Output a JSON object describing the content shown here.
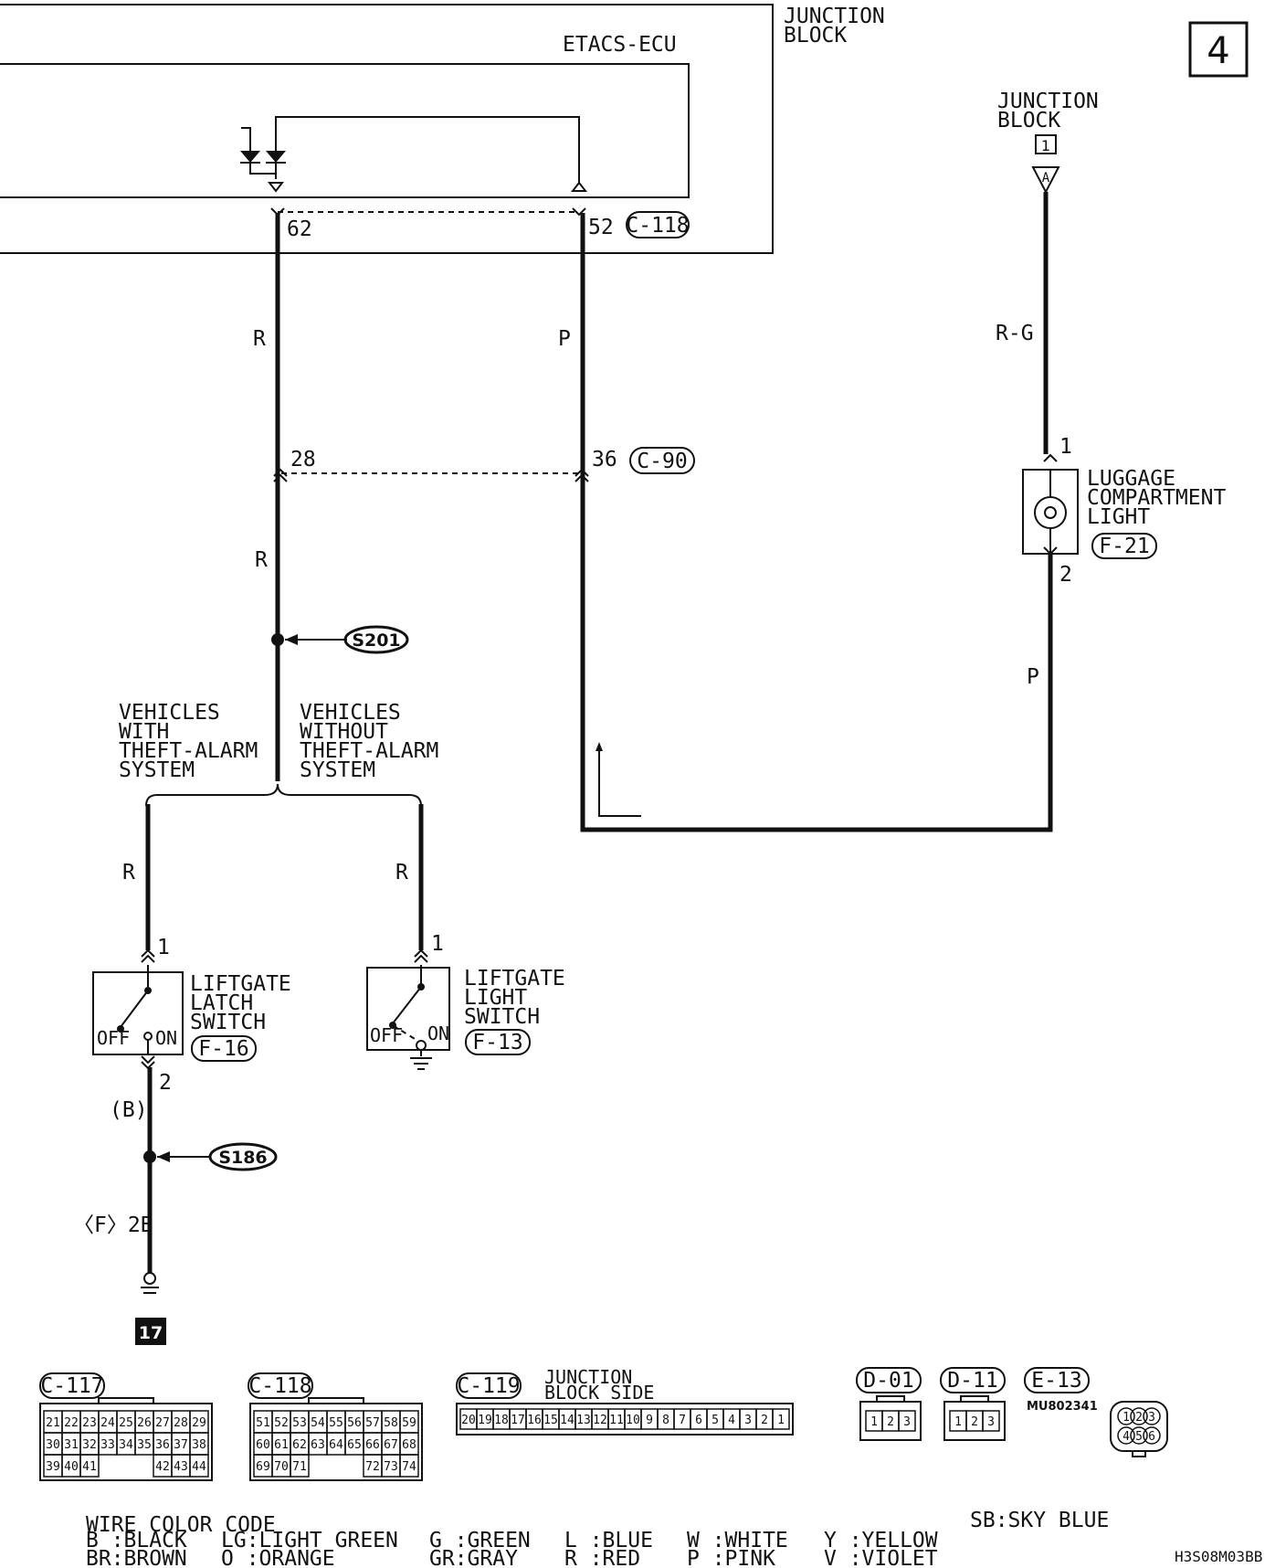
{
  "page": {
    "number": "4"
  },
  "etacs": {
    "title": "ETACS-ECU",
    "jb_label": [
      "JUNCTION",
      "BLOCK"
    ],
    "pin_62": "62",
    "pin_52": "52",
    "conn": "C-118"
  },
  "jb_top": {
    "label": [
      "JUNCTION",
      "BLOCK"
    ],
    "num": "1",
    "pin": "A"
  },
  "wires": {
    "r1": "R",
    "p1": "P",
    "rg": "R-G",
    "r2": "R",
    "p2": "P",
    "r_left": "R",
    "r_right": "R",
    "b": "(B)",
    "f2b": "〈F〉2B"
  },
  "c90": {
    "pin_28": "28",
    "pin_36": "36",
    "conn": "C-90"
  },
  "luggage": {
    "label": [
      "LUGGAGE",
      "COMPARTMENT",
      "LIGHT"
    ],
    "conn": "F-21",
    "pin1": "1",
    "pin2": "2"
  },
  "splices": {
    "s201": "S201",
    "s186": "S186"
  },
  "branch": {
    "with_label": [
      "VEHICLES",
      "WITH",
      "THEFT-ALARM",
      "SYSTEM"
    ],
    "without_label": [
      "VEHICLES",
      "WITHOUT",
      "THEFT-ALARM",
      "SYSTEM"
    ]
  },
  "latch_switch": {
    "label": [
      "LIFTGATE",
      "LATCH",
      "SWITCH"
    ],
    "conn": "F-16",
    "pin1": "1",
    "pin2": "2",
    "off": "OFF",
    "on": "ON"
  },
  "light_switch": {
    "label": [
      "LIFTGATE",
      "LIGHT",
      "SWITCH"
    ],
    "conn": "F-13",
    "pin1": "1",
    "off": "OFF",
    "on": "ON"
  },
  "ground": {
    "num": "17"
  },
  "connectors": {
    "c117": {
      "name": "C-117",
      "rows": [
        [
          "21",
          "22",
          "23",
          "24",
          "25",
          "26",
          "27",
          "28",
          "29"
        ],
        [
          "30",
          "31",
          "32",
          "33",
          "34",
          "35",
          "36",
          "37",
          "38"
        ],
        [
          "39",
          "40",
          "41",
          "",
          "",
          "",
          "42",
          "43",
          "44"
        ]
      ]
    },
    "c118": {
      "name": "C-118",
      "rows": [
        [
          "51",
          "52",
          "53",
          "54",
          "55",
          "56",
          "57",
          "58",
          "59"
        ],
        [
          "60",
          "61",
          "62",
          "63",
          "64",
          "65",
          "66",
          "67",
          "68"
        ],
        [
          "69",
          "70",
          "71",
          "",
          "",
          "",
          "72",
          "73",
          "74"
        ]
      ]
    },
    "c119": {
      "name": "C-119",
      "label": [
        "JUNCTION",
        "BLOCK SIDE"
      ],
      "pins": [
        "20",
        "19",
        "18",
        "17",
        "16",
        "15",
        "14",
        "13",
        "12",
        "11",
        "10",
        "9",
        "8",
        "7",
        "6",
        "5",
        "4",
        "3",
        "2",
        "1"
      ]
    },
    "d01": {
      "name": "D-01",
      "pins": [
        "1",
        "2",
        "3"
      ]
    },
    "d11": {
      "name": "D-11",
      "pins": [
        "1",
        "2",
        "3"
      ]
    },
    "e13": {
      "name": "E-13",
      "part": "MU802341",
      "pins": [
        "1",
        "2",
        "3",
        "4",
        "5",
        "6"
      ]
    }
  },
  "legend": {
    "title": "WIRE COLOR CODE",
    "entries": [
      [
        "B :BLACK",
        "BR:BROWN"
      ],
      [
        "LG:LIGHT GREEN",
        "O :ORANGE"
      ],
      [
        "G :GREEN",
        "GR:GRAY"
      ],
      [
        "L :BLUE",
        "R :RED"
      ],
      [
        "W :WHITE",
        "P :PINK"
      ],
      [
        "Y :YELLOW",
        "V :VIOLET"
      ],
      [
        "SB:SKY BLUE",
        ""
      ]
    ]
  },
  "doc_id": "H3S08M03BB"
}
